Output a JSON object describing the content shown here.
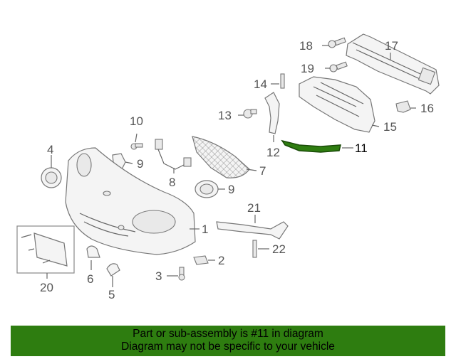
{
  "callouts": {
    "c1": "1",
    "c2": "2",
    "c3": "3",
    "c4": "4",
    "c5": "5",
    "c6": "6",
    "c7": "7",
    "c8": "8",
    "c9a": "9",
    "c9b": "9",
    "c10": "10",
    "c11": "11",
    "c12": "12",
    "c13": "13",
    "c14": "14",
    "c15": "15",
    "c16": "16",
    "c17": "17",
    "c18": "18",
    "c19": "19",
    "c20": "20",
    "c21": "21",
    "c22": "22"
  },
  "highlight_part": "11",
  "colors": {
    "banner": "#2e7d10",
    "highlight": "#2e7d10"
  },
  "banner": {
    "line1": "Part or sub-assembly is #11 in diagram",
    "line2": "Diagram may not be specific to your vehicle"
  }
}
